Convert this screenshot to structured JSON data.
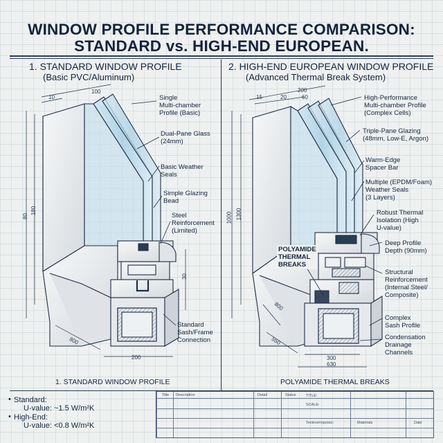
{
  "title": {
    "line1": "WINDOW PROFILE PERFORMANCE COMPARISON:",
    "line2": "STANDARD vs. HIGH-END EUROPEAN."
  },
  "left": {
    "heading": "1. STANDARD WINDOW PROFILE",
    "subheading": "(Basic PVC/Aluminum)",
    "caption": "1. STANDARD WINDOW PROFILE",
    "dims": {
      "top": "10",
      "top2": "100",
      "left_outer": "80",
      "left_inner": "180",
      "right": "30",
      "bottom": "200",
      "diag": "800"
    },
    "labels": {
      "single_chamber": [
        "Single",
        "Multi-chamber",
        "Profile (Basic)"
      ],
      "dual_pane": [
        "Dual-Pane Glass",
        "(24mm)"
      ],
      "weather_seals": [
        "Basic Weather",
        "Seals"
      ],
      "glazing_bead": [
        "Simple Glazing",
        "Bead"
      ],
      "steel_reinf": [
        "Steel",
        "Reinforcement",
        "(Limited)"
      ],
      "sash_frame": [
        "Standard",
        "Sash/Frame",
        "Connection"
      ]
    }
  },
  "right": {
    "heading": "2. HIGH-END EUROPEAN WINDOW PROFILE",
    "subheading": "(Advanced Thermal Break System)",
    "caption": "POLYAMIDE THERMAL BREAKS",
    "dims": {
      "top": "200",
      "top_a": "15",
      "top_b": "20",
      "top_c": "60",
      "left_outer": "1000",
      "left_inner": "1300",
      "diag1": "800",
      "diag2": "550",
      "bottom1": "300",
      "bottom2": "630"
    },
    "labels": {
      "high_perf": [
        "High-Performance",
        "Multi-chamber Profile",
        "(Complex Cells)"
      ],
      "triple_pane": [
        "Triple-Pane Glazing",
        "(48mm, Low-E, Argon)"
      ],
      "warm_edge": [
        "Warm-Edge",
        "Spacer Bar"
      ],
      "multi_seals": [
        "Multiple (EPDM/Foam)",
        "Weather Seals",
        "(3 Layers)"
      ],
      "robust": [
        "Robust Thermal",
        "Isolation (High",
        "U-value)"
      ],
      "deep": [
        "Deep Profile",
        "Depth (90mm)"
      ],
      "structural": [
        "Structural",
        "Reinforcement",
        "(Internal Steel/",
        "Composite)"
      ],
      "complex_sash": [
        "Complex",
        "Sash Profile"
      ],
      "drainage": [
        "Condensation",
        "Drainage",
        "Channels"
      ],
      "polyamide": [
        "POLYAMIDE",
        "THERMAL",
        "BREAKS"
      ]
    }
  },
  "uvalues": {
    "standard_label": "Standard:",
    "standard_value": "U-value: ~1.5 W/m²K",
    "highend_label": "High-End:",
    "highend_value": "U-value: <0.8 W/m²K"
  },
  "titleblock": {
    "title": "Title",
    "description": "Description",
    "detail": "Detail",
    "status": "Status",
    "r_title": "TITLE:",
    "r_scale": "SCALE:",
    "r_drawing": "Tecknomnposto:",
    "r_materials": "Materials",
    "r_date": "Date"
  },
  "colors": {
    "ink": "#15253e",
    "glass": "#a9cfe4",
    "profile": "#e8ebee",
    "paper": "#eef1f0"
  }
}
